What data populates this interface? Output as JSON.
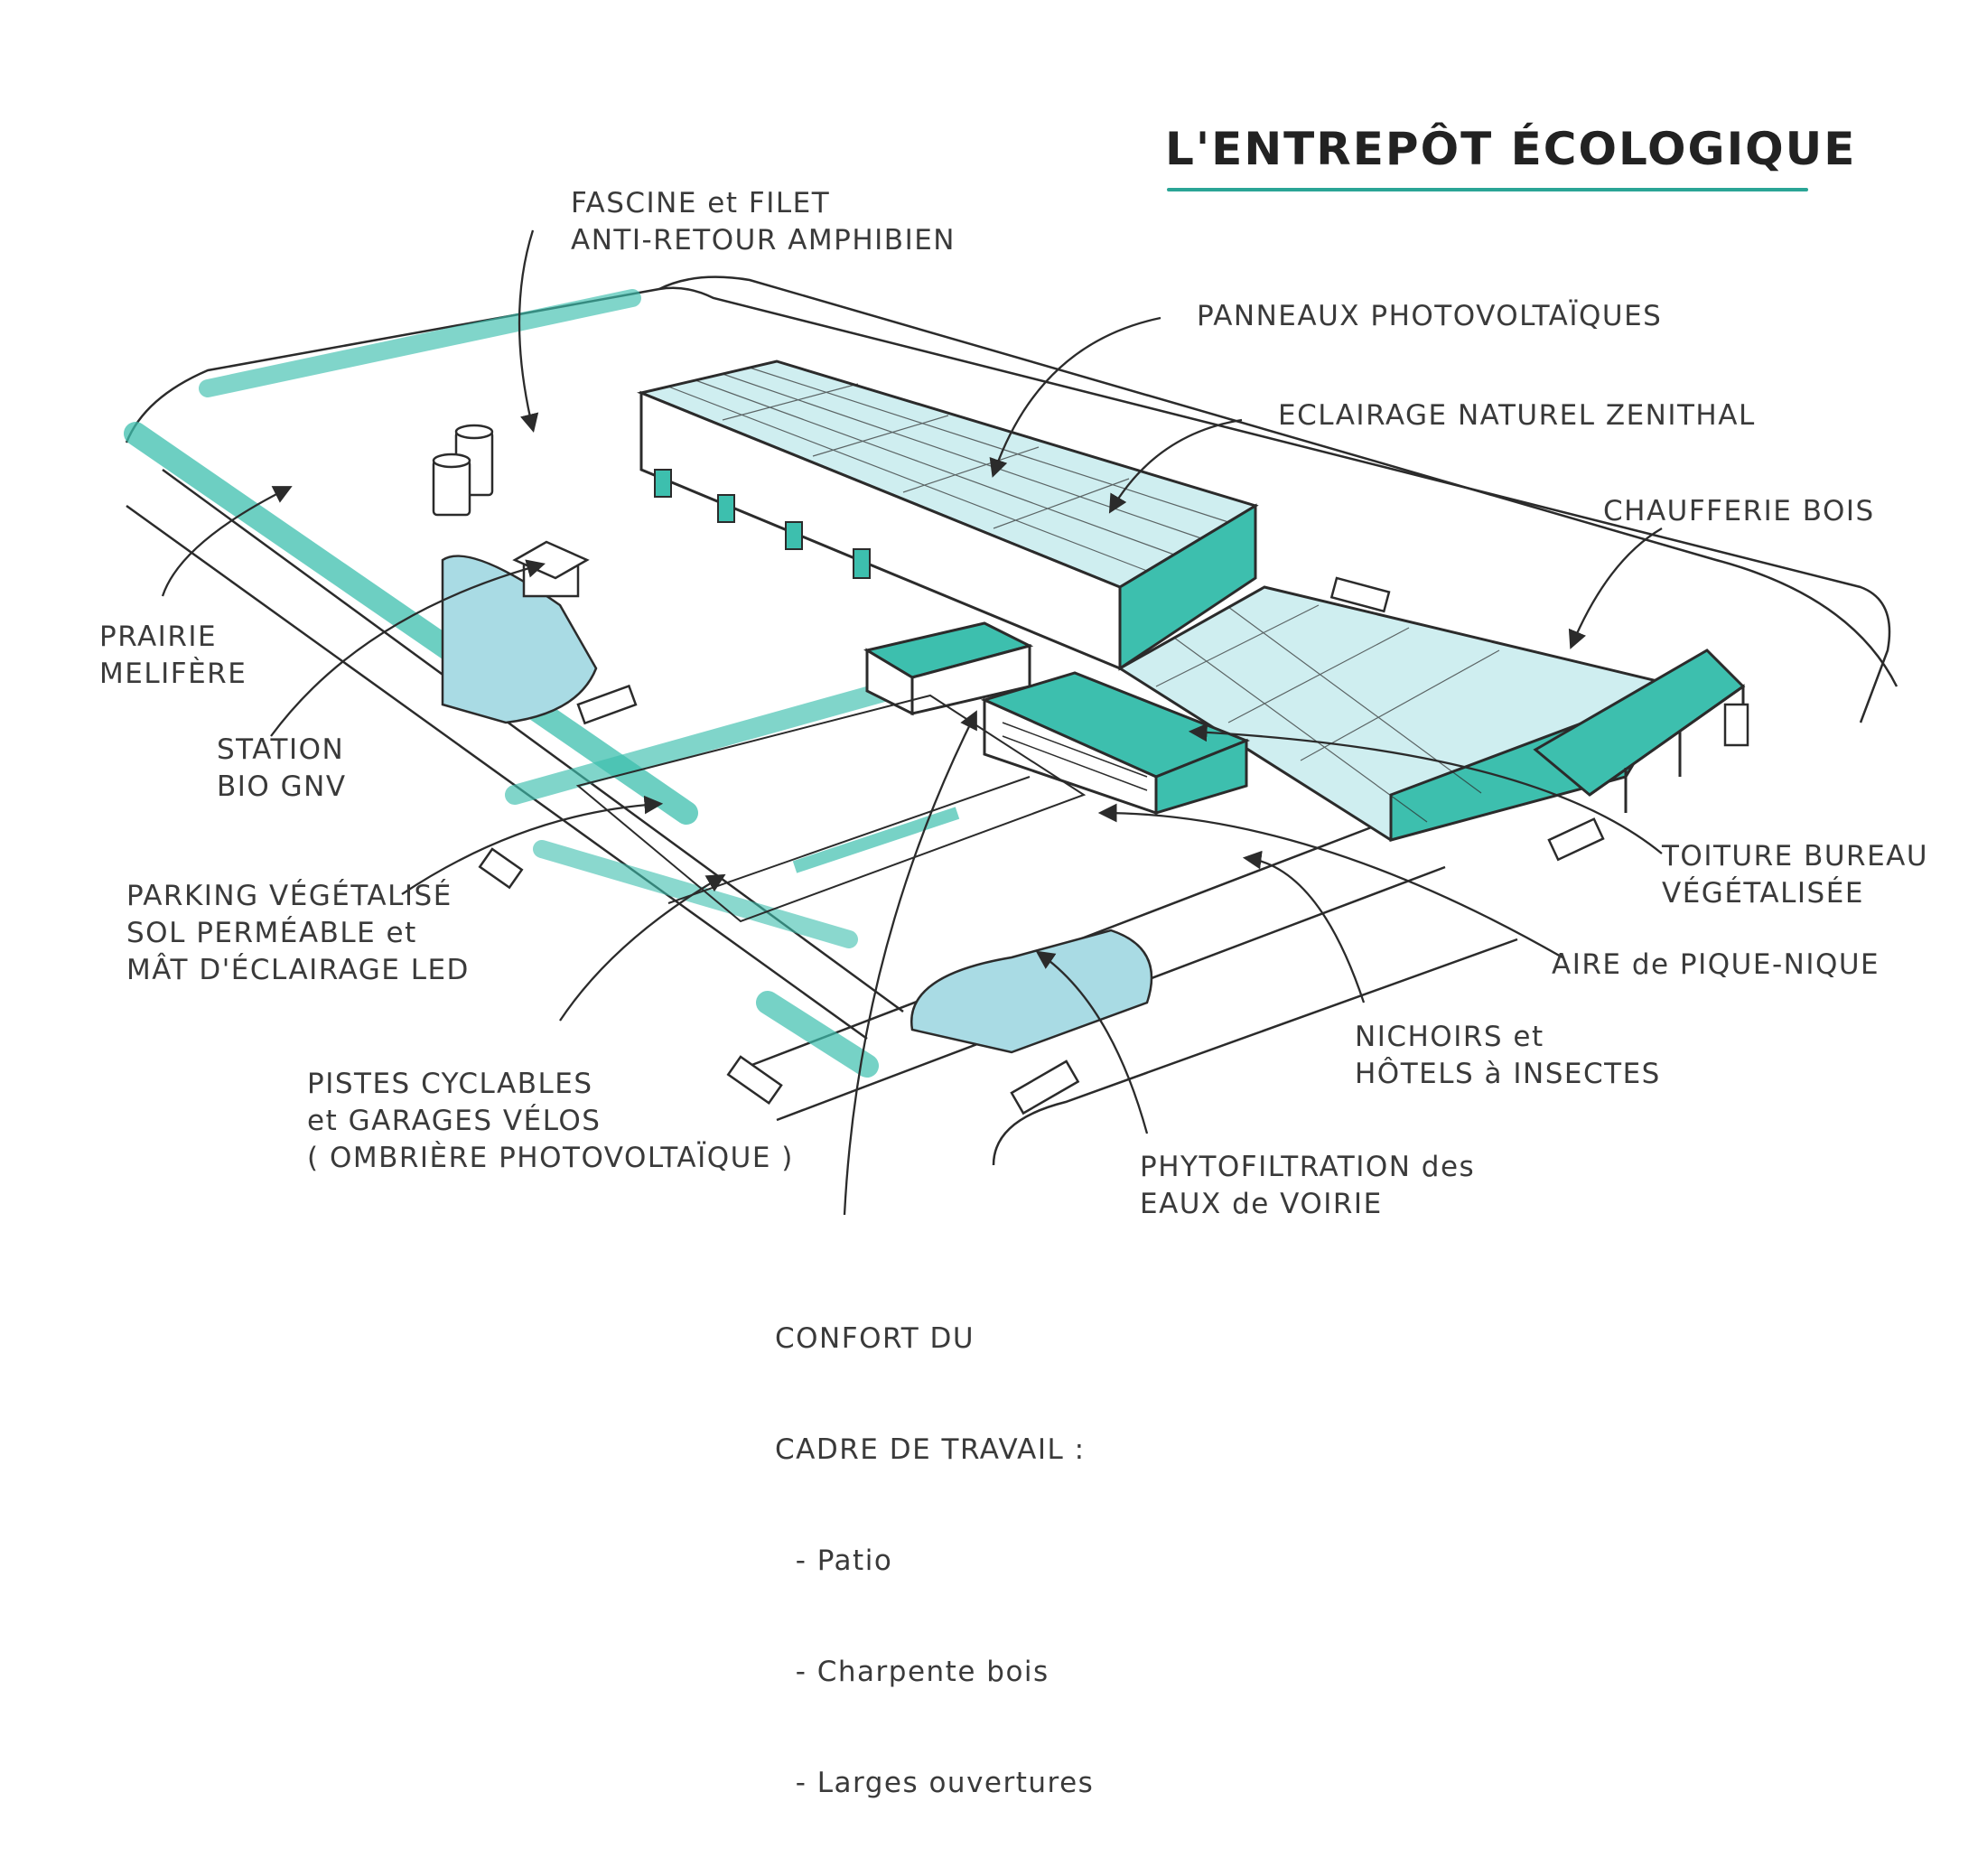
{
  "title": "L'ENTREPÔT ÉCOLOGIQUE",
  "colors": {
    "accent": "#3dbfae",
    "accent_dark": "#2aa596",
    "water": "#a9dbe4",
    "ink": "#2b2b2b",
    "label_text": "#3a3a3a"
  },
  "labels": {
    "fascine": [
      "FASCINE et FILET",
      "ANTI-RETOUR AMPHIBIEN"
    ],
    "panneaux": [
      "PANNEAUX PHOTOVOLTAÏQUES"
    ],
    "eclairage": [
      "ECLAIRAGE NATUREL ZENITHAL"
    ],
    "chaufferie": [
      "CHAUFFERIE BOIS"
    ],
    "prairie": [
      "PRAIRIE",
      "MELIFÈRE"
    ],
    "station": [
      "STATION",
      "BIO GNV"
    ],
    "parking": [
      "PARKING VÉGÉTALISÉ",
      "SOL PERMÉABLE et",
      "MÂT D'ÉCLAIRAGE LED"
    ],
    "toiture": [
      "TOITURE BUREAU",
      "VÉGÉTALISÉE"
    ],
    "pique_nique": [
      "AIRE de PIQUE-NIQUE"
    ],
    "nichoirs": [
      "NICHOIRS et",
      "HÔTELS à INSECTES"
    ],
    "pistes": [
      "PISTES CYCLABLES",
      "et GARAGES VÉLOS",
      "( OMBRIÈRE PHOTOVOLTAÏQUE )"
    ],
    "phyto": [
      "PHYTOFILTRATION des",
      "EAUX de VOIRIE"
    ],
    "confort": [
      "CONFORT DU",
      "CADRE DE TRAVAIL :",
      "  - Patio",
      "  - Charpente bois",
      "  - Larges ouvertures"
    ]
  }
}
